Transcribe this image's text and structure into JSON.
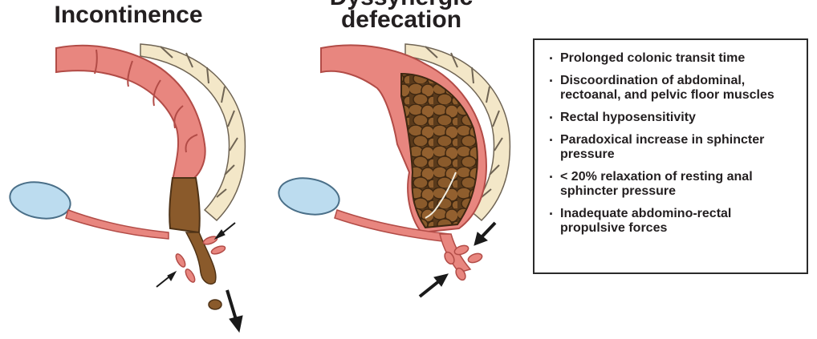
{
  "titles": {
    "left": "Incontinence",
    "right_line1": "Dyssynergic",
    "right_line2": "defecation"
  },
  "bullets": [
    "Prolonged colonic transit time",
    "Discoordination of abdominal, rectoanal, and pelvic floor muscles",
    "Rectal hyposensitivity",
    "Paradoxical increase in sphincter pressure",
    "< 20% relaxation of resting anal sphincter pressure",
    "Inadequate abdomino-rectal propulsive forces"
  ],
  "colors": {
    "colon": "#e8867f",
    "colon_dark": "#c95b57",
    "stool": "#8a5a2b",
    "stool_dark": "#4e3216",
    "bladder": "#bcdcef",
    "spine": "#f3e7c8",
    "text": "#231f20"
  }
}
